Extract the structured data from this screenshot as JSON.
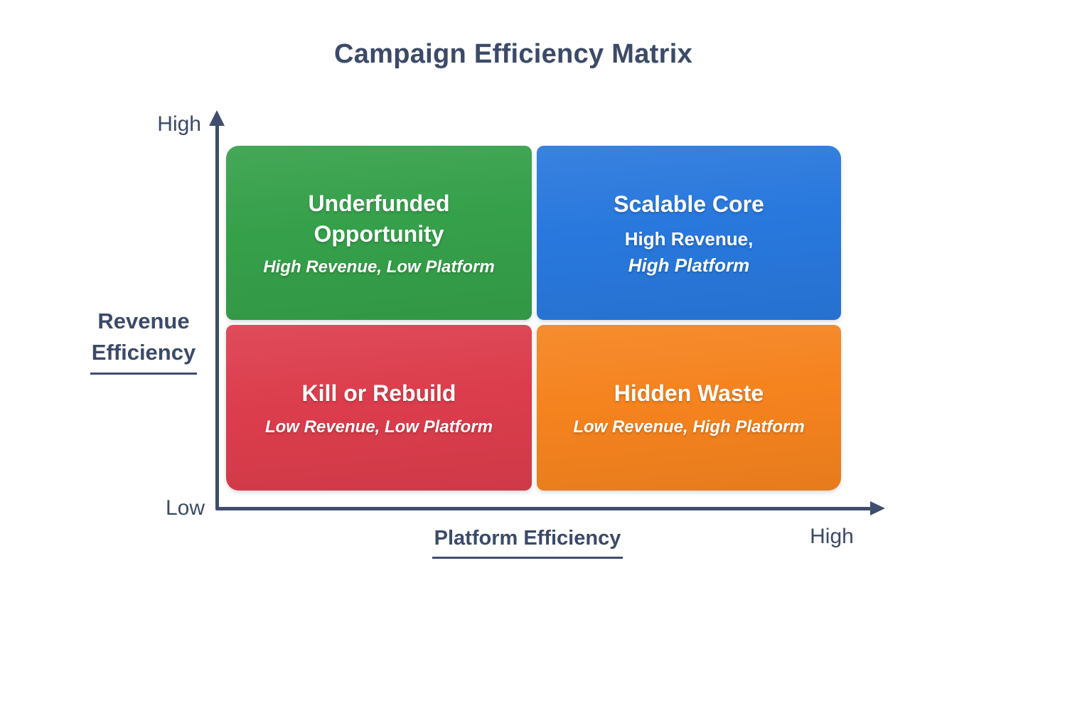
{
  "title": "Campaign Efficiency Matrix",
  "colors": {
    "navy": "#3b4a68",
    "axis": "#3f4e6d",
    "green": "#35a04a",
    "blue": "#2878dd",
    "red": "#dc3d4c",
    "orange": "#f5831e",
    "quadrant_text": "#ffffff"
  },
  "y_axis": {
    "label_line1": "Revenue",
    "label_line2": "Efficiency",
    "high_label": "High",
    "low_label": "Low"
  },
  "x_axis": {
    "label": "Platform Efficiency",
    "high_label": "High"
  },
  "quadrants": {
    "top_left": {
      "title": "Underfunded Opportunity",
      "subtitle": "High Revenue, Low Platform"
    },
    "top_right": {
      "title": "Scalable Core",
      "subtitle_line1": "High Revenue,",
      "subtitle_line2": "High Platform"
    },
    "bottom_left": {
      "title": "Kill or Rebuild",
      "subtitle": "Low Revenue, Low Platform"
    },
    "bottom_right": {
      "title": "Hidden Waste",
      "subtitle": "Low Revenue, High Platform"
    }
  }
}
